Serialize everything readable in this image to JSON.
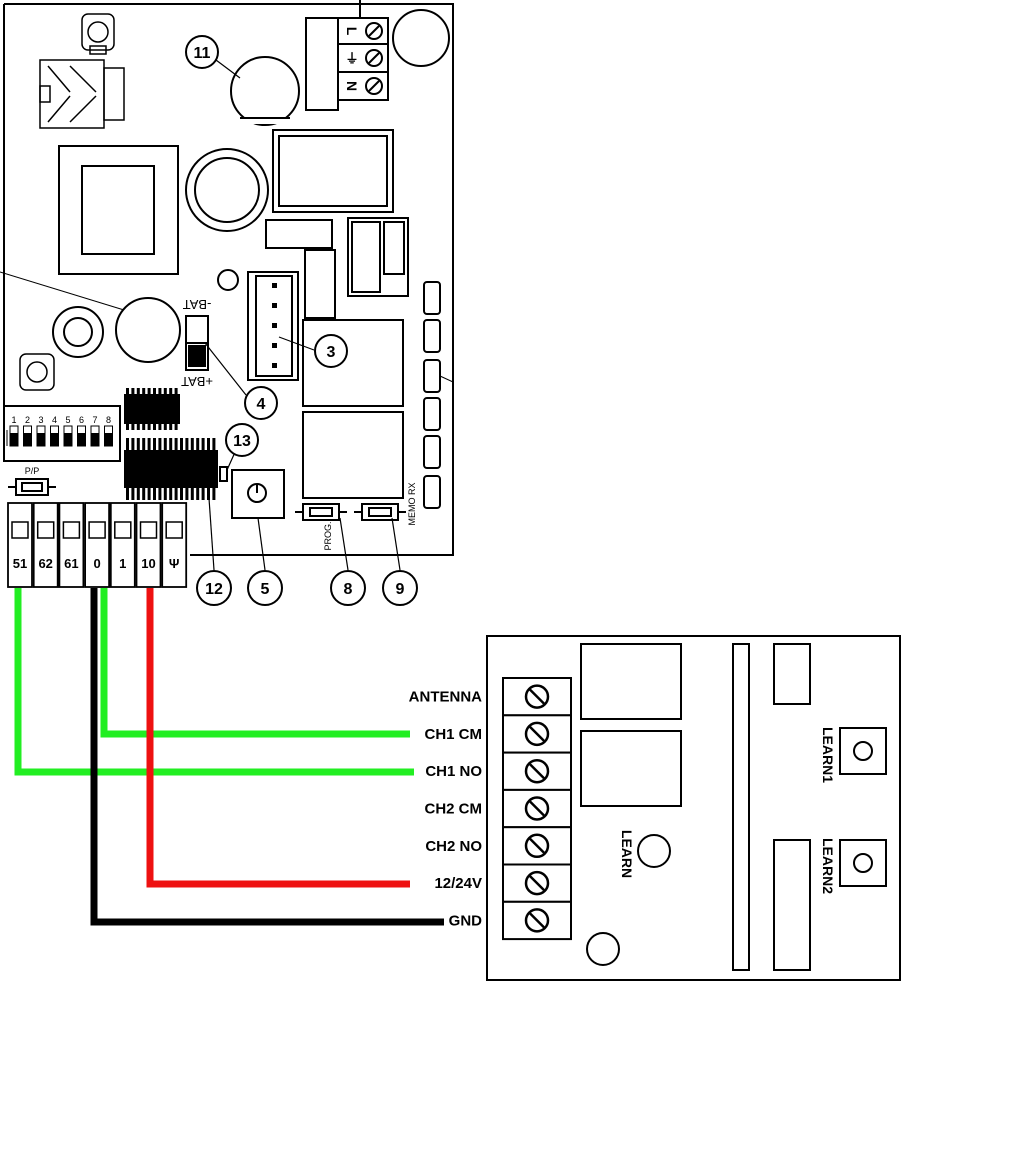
{
  "mains_terminal": {
    "labels": [
      "L",
      "⏚",
      "N"
    ]
  },
  "callouts": {
    "n11": "11",
    "n3": "3",
    "n4": "4",
    "n13": "13",
    "n12": "12",
    "n5": "5",
    "n8": "8",
    "n9": "9"
  },
  "battery": {
    "minus": "-BAT",
    "plus": "+BAT"
  },
  "dip_switch": {
    "numbers": [
      "1",
      "2",
      "3",
      "4",
      "5",
      "6",
      "7",
      "8"
    ]
  },
  "pp_button": "P/P",
  "prog_label": "PROG.",
  "memo_rx_label": "MEMO RX",
  "board_terminals": [
    "51",
    "62",
    "61",
    "0",
    "1",
    "10",
    "Ψ"
  ],
  "receiver": {
    "terminals": [
      "ANTENNA",
      "CH1 CM",
      "CH1 NO",
      "CH2 CM",
      "CH2 NO",
      "12/24V",
      "GND"
    ],
    "learn": "LEARN",
    "learn1": "LEARN1",
    "learn2": "LEARN2"
  },
  "wires": {
    "green": "#22ee22",
    "red": "#ee1111",
    "black": "#000000"
  }
}
